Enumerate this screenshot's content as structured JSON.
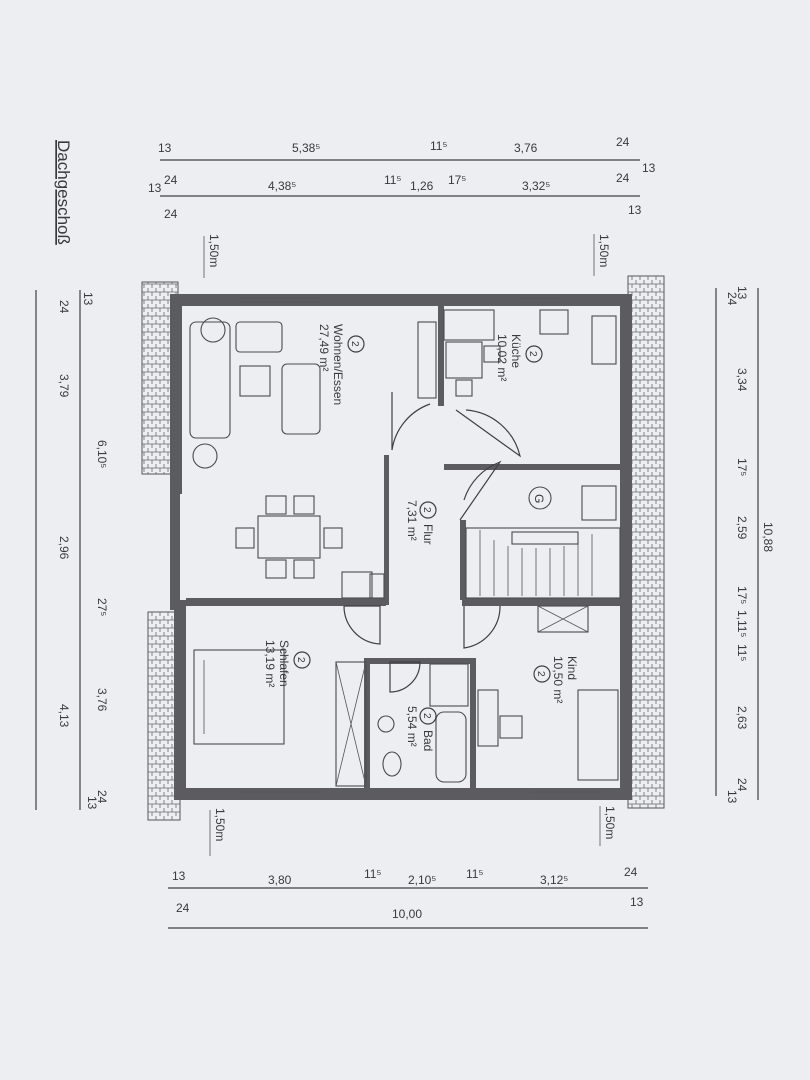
{
  "title": "Dachgeschoß",
  "rooms": {
    "wohnen": {
      "number": "2",
      "name": "Wohnen/Essen",
      "area": "27,49 m²"
    },
    "kueche": {
      "number": "2",
      "name": "Küche",
      "area": "10,02 m²"
    },
    "flur": {
      "number": "2",
      "name": "Flur",
      "area": "7,31 m²"
    },
    "schlafen": {
      "number": "2",
      "name": "Schlafen",
      "area": "13,19 m²"
    },
    "bad": {
      "number": "2",
      "name": "Bad",
      "area": "5,54 m²"
    },
    "kind": {
      "number": "2",
      "name": "Kind",
      "area": "10,50 m²"
    },
    "g": {
      "label": "G"
    }
  },
  "dimensions": {
    "top_row1": [
      "13",
      "5,38⁵",
      "11⁵",
      "3,76",
      "24"
    ],
    "top_row1_sub": [
      "24",
      "13"
    ],
    "top_row2": [
      "13",
      "4,38⁵",
      "11⁵",
      "1,26",
      "17⁵",
      "3,32⁵",
      "24"
    ],
    "top_row2_sub": [
      "24",
      "13"
    ],
    "bottom_row1": [
      "13",
      "3,80",
      "11⁵",
      "2,10⁵",
      "11⁵",
      "3,12⁵",
      "24"
    ],
    "bottom_row1_sub": [
      "24",
      "13"
    ],
    "bottom_total": "10,00",
    "left_outer": [
      "13",
      "24",
      "3,79",
      "2,96",
      "4,13",
      "24",
      "13"
    ],
    "left_inner": [
      "6,10⁵",
      "27⁵",
      "3,76"
    ],
    "right_inner": [
      "13",
      "24",
      "3,34",
      "17⁵",
      "2,59",
      "17⁵",
      "1,11⁵",
      "11⁵",
      "2,63",
      "24",
      "13"
    ],
    "right_total": "10,88",
    "overhang": [
      "1,50m",
      "1,50m",
      "1,50m",
      "1,50m"
    ]
  }
}
